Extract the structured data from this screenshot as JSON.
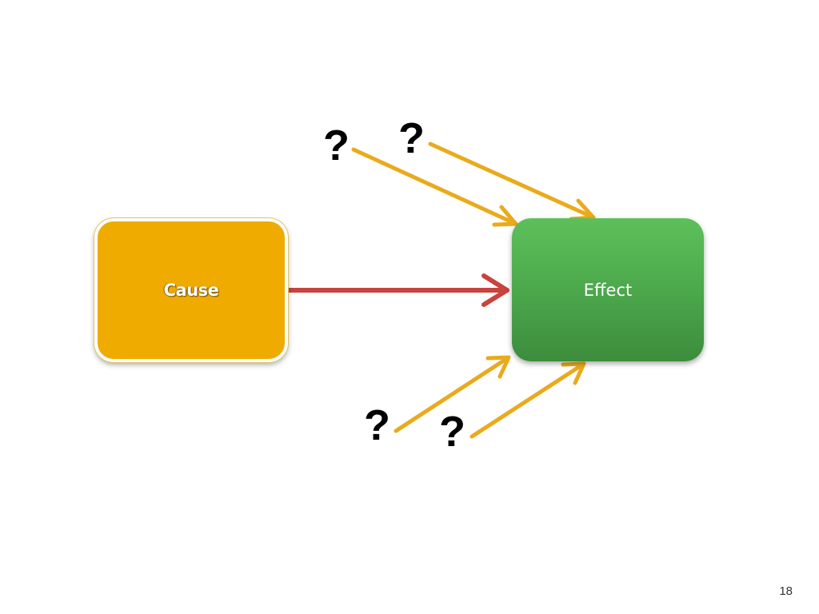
{
  "cause_label": "Cause",
  "effect_label": "Effect",
  "question_marks": [
    "?",
    "?",
    "?",
    "?"
  ],
  "page_number": "18",
  "colors": {
    "cause_fill": "#efab00",
    "effect_fill": "#4aa64a",
    "main_arrow": "#c8443e",
    "confounder_arrow": "#eaaa1c"
  }
}
